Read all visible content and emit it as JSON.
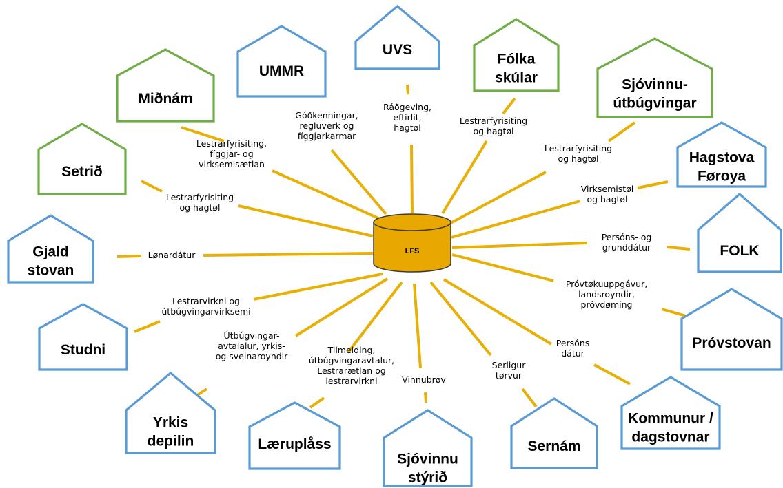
{
  "colors": {
    "line": "#e8b004",
    "hub_fill": "#e8a800",
    "hub_stroke": "#3b3b3b",
    "house_blue": "#5b9bd5",
    "house_green": "#70ad47"
  },
  "hub": {
    "label": "LFS"
  },
  "nodes": [
    {
      "id": "ummr",
      "lines": [
        "UMMR"
      ],
      "color": "blue"
    },
    {
      "id": "uvs",
      "lines": [
        "UVS"
      ],
      "color": "blue"
    },
    {
      "id": "folka-skular",
      "lines": [
        "Fólka",
        "skúlar"
      ],
      "color": "green"
    },
    {
      "id": "midnam",
      "lines": [
        "Miðnám"
      ],
      "color": "green"
    },
    {
      "id": "sjovinnu-utbugvingar",
      "lines": [
        "Sjóvinnu-",
        "útbúgvingar"
      ],
      "color": "green"
    },
    {
      "id": "setrid",
      "lines": [
        "Setrið"
      ],
      "color": "green"
    },
    {
      "id": "hagstova-foroya",
      "lines": [
        "Hagstova",
        "Føroya"
      ],
      "color": "blue"
    },
    {
      "id": "gjaldstovan",
      "lines": [
        "Gjald",
        "stovan"
      ],
      "color": "blue"
    },
    {
      "id": "folk",
      "lines": [
        "FOLK"
      ],
      "color": "blue"
    },
    {
      "id": "studni",
      "lines": [
        "Studni"
      ],
      "color": "blue"
    },
    {
      "id": "provstovan",
      "lines": [
        "Próvstovan"
      ],
      "color": "blue"
    },
    {
      "id": "yrkis-depilin",
      "lines": [
        "Yrkis",
        "depilin"
      ],
      "color": "blue"
    },
    {
      "id": "laeruplass",
      "lines": [
        "Læruplåss"
      ],
      "color": "blue"
    },
    {
      "id": "sjovinnu-styrid",
      "lines": [
        "Sjóvinnu",
        "stýrið"
      ],
      "color": "blue"
    },
    {
      "id": "sernam",
      "lines": [
        "Sernám"
      ],
      "color": "blue"
    },
    {
      "id": "kommunur",
      "lines": [
        "Kommunur /",
        "dagstovnar"
      ],
      "color": "blue"
    }
  ],
  "edges": [
    {
      "id": "ummr",
      "lines": [
        "Góðkenningar,",
        "regluverk og",
        "fíggjarkarmar"
      ]
    },
    {
      "id": "uvs",
      "lines": [
        "Ráðgeving,",
        "eftirlit,",
        "hagtøl"
      ]
    },
    {
      "id": "folka-skular",
      "lines": [
        "Lestrarfyrisiting",
        "og hagtøl"
      ]
    },
    {
      "id": "midnam",
      "lines": [
        "Lestrarfyrisiting,",
        "fíggjar- og",
        "virksemisætlan"
      ]
    },
    {
      "id": "sjovinnu-utbugvingar",
      "lines": [
        "Lestrarfyrisiting",
        "og hagtøl"
      ]
    },
    {
      "id": "setrid",
      "lines": [
        "Lestrarfyrisiting",
        "og hagtøl"
      ]
    },
    {
      "id": "hagstova-foroya",
      "lines": [
        "Virksemistøl",
        "og hagtøl"
      ]
    },
    {
      "id": "gjaldstovan",
      "lines": [
        "Lønardátur"
      ]
    },
    {
      "id": "folk",
      "lines": [
        "Persóns- og",
        "grunddátur"
      ]
    },
    {
      "id": "studni",
      "lines": [
        "Lestrarvirkni og",
        "útbúgvingarvirksemi"
      ]
    },
    {
      "id": "provstovan",
      "lines": [
        "Próvtøkuuppgávur,",
        "landsroyndir,",
        "próvdøming"
      ]
    },
    {
      "id": "yrkis-depilin",
      "lines": [
        "Útbúgvingar-",
        "avtalalur, yrkis-",
        "og  sveinaroyndir"
      ]
    },
    {
      "id": "laeruplass",
      "lines": [
        "Tilmelding,",
        "útbúgvingaravtalur,",
        "Lestrarætlan og",
        "lestrarvirkni"
      ]
    },
    {
      "id": "sjovinnu-styrid",
      "lines": [
        "Vinnubrøv"
      ]
    },
    {
      "id": "sernam",
      "lines": [
        "Serligur",
        "tørvur"
      ]
    },
    {
      "id": "kommunur",
      "lines": [
        "Persóns",
        "dátur"
      ]
    }
  ]
}
